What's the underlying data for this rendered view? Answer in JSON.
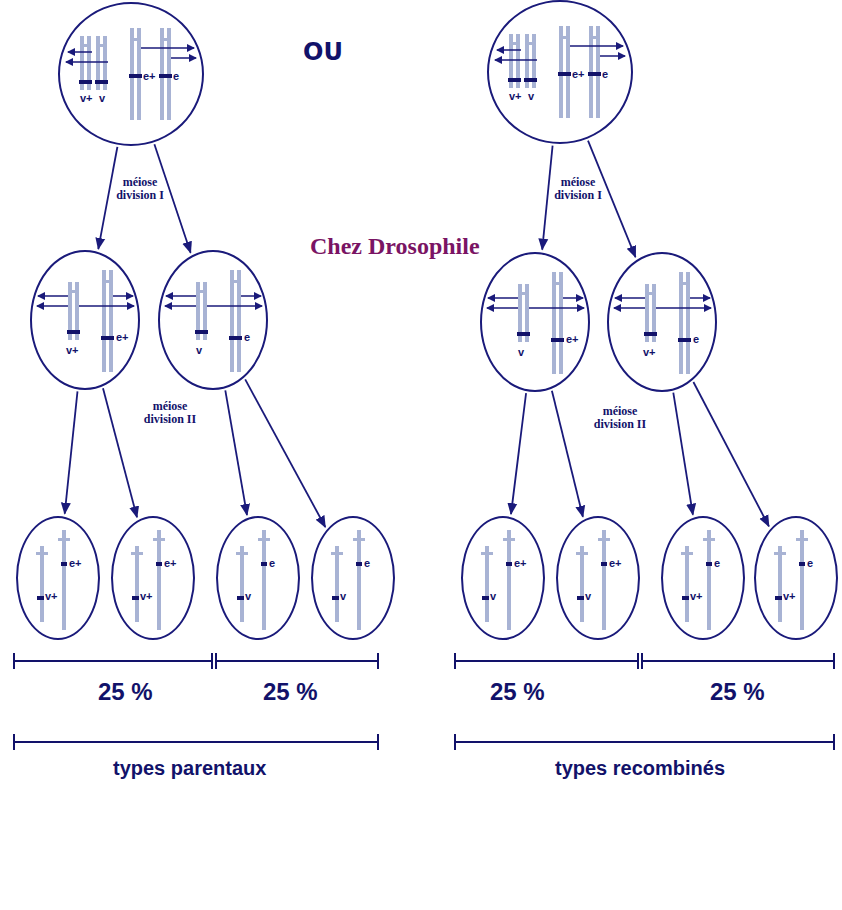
{
  "diagram": {
    "nodes": [
      {
        "text": [
          "v+",
          "v",
          "e+",
          "e"
        ]
      },
      {
        "text": [
          "v+",
          "v",
          "e+",
          "e"
        ]
      },
      {
        "text": [
          "v+",
          "e+"
        ]
      },
      {
        "text": [
          "v",
          "e"
        ]
      },
      {
        "text": [
          "v",
          "e+"
        ]
      },
      {
        "text": [
          "v+",
          "e"
        ]
      },
      {
        "text": [
          "v+",
          "e+"
        ]
      },
      {
        "text": [
          "v+",
          "e+"
        ]
      },
      {
        "text": [
          "v",
          "e"
        ]
      },
      {
        "text": [
          "v",
          "e"
        ]
      },
      {
        "text": [
          "v",
          "e+"
        ]
      },
      {
        "text": [
          "v",
          "e+"
        ]
      },
      {
        "text": [
          "v+",
          "e"
        ]
      },
      {
        "text": [
          "v+",
          "e"
        ]
      }
    ],
    "edges": [
      {
        "from": 0,
        "to": 2,
        "arrow": "to"
      },
      {
        "from": 0,
        "to": 3,
        "arrow": "to"
      },
      {
        "from": 1,
        "to": 4,
        "arrow": "to"
      },
      {
        "from": 1,
        "to": 5,
        "arrow": "to"
      },
      {
        "from": 2,
        "to": 6,
        "arrow": "to"
      },
      {
        "from": 2,
        "to": 7,
        "arrow": "to"
      },
      {
        "from": 3,
        "to": 8,
        "arrow": "to"
      },
      {
        "from": 3,
        "to": 9,
        "arrow": "to"
      },
      {
        "from": 4,
        "to": 10,
        "arrow": "to"
      },
      {
        "from": 4,
        "to": 11,
        "arrow": "to"
      },
      {
        "from": 5,
        "to": 12,
        "arrow": "to"
      },
      {
        "from": 5,
        "to": 13,
        "arrow": "to"
      }
    ],
    "labels": [
      "OU",
      "Chez Drosophile",
      "méiose division I",
      "méiose division I",
      "méiose division II",
      "méiose division II",
      "25 %",
      "25 %",
      "25 %",
      "25 %",
      "types parentaux",
      "types recombinés"
    ]
  }
}
